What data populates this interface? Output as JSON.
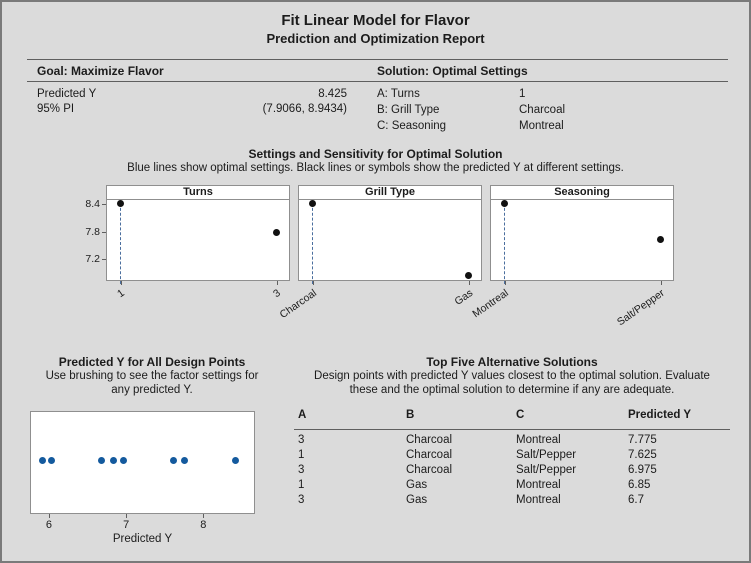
{
  "report": {
    "title": "Fit Linear Model for Flavor",
    "subtitle": "Prediction and Optimization Report"
  },
  "goal": {
    "header": "Goal: Maximize Flavor",
    "rows": [
      {
        "label": "Predicted Y",
        "value": "8.425"
      },
      {
        "label": "95% PI",
        "value": "(7.9066, 8.9434)"
      }
    ]
  },
  "solution": {
    "header": "Solution: Optimal Settings",
    "rows": [
      {
        "label": "A: Turns",
        "value": "1"
      },
      {
        "label": "B: Grill Type",
        "value": "Charcoal"
      },
      {
        "label": "C: Seasoning",
        "value": "Montreal"
      }
    ]
  },
  "sensitivity": {
    "title": "Settings and Sensitivity for Optimal Solution",
    "subtitle": "Blue lines show optimal settings. Black lines or symbols show the predicted Y at different settings."
  },
  "design_points": {
    "title": "Predicted Y for All Design Points",
    "subtitle_lines": [
      "Use brushing to see the factor settings for",
      "any predicted Y."
    ],
    "xlabel": "Predicted Y"
  },
  "alternatives": {
    "title": "Top Five Alternative Solutions",
    "subtitle_lines": [
      "Design points with predicted Y values closest to the optimal solution. Evaluate",
      "these and the optimal solution to determine if any are adequate."
    ],
    "columns": [
      "A",
      "B",
      "C",
      "Predicted Y"
    ],
    "rows": [
      [
        "3",
        "Charcoal",
        "Montreal",
        "7.775"
      ],
      [
        "1",
        "Charcoal",
        "Salt/Pepper",
        "7.625"
      ],
      [
        "3",
        "Charcoal",
        "Salt/Pepper",
        "6.975"
      ],
      [
        "1",
        "Gas",
        "Montreal",
        "6.85"
      ],
      [
        "3",
        "Gas",
        "Montreal",
        "6.7"
      ]
    ]
  },
  "chart_data": [
    {
      "type": "scatter",
      "name": "sensitivity-turns",
      "title": "Turns",
      "categories": [
        "1",
        "3"
      ],
      "values": [
        8.425,
        7.775
      ],
      "optimal_category": "1",
      "yticks": [
        8.4,
        7.8,
        7.2
      ],
      "ylim": [
        6.75,
        8.49
      ],
      "show_yaxis": true
    },
    {
      "type": "scatter",
      "name": "sensitivity-grill-type",
      "title": "Grill Type",
      "categories": [
        "Charcoal",
        "Gas"
      ],
      "values": [
        8.425,
        6.85
      ],
      "optimal_category": "Charcoal",
      "yticks": [
        8.4,
        7.8,
        7.2
      ],
      "ylim": [
        6.75,
        8.49
      ],
      "show_yaxis": false
    },
    {
      "type": "scatter",
      "name": "sensitivity-seasoning",
      "title": "Seasoning",
      "categories": [
        "Montreal",
        "Salt/Pepper"
      ],
      "values": [
        8.425,
        7.625
      ],
      "optimal_category": "Montreal",
      "yticks": [
        8.4,
        7.8,
        7.2
      ],
      "ylim": [
        6.75,
        8.49
      ],
      "show_yaxis": false
    },
    {
      "type": "scatter",
      "name": "all-design-points",
      "xlabel": "Predicted Y",
      "x": [
        5.925,
        6.05,
        6.7,
        6.85,
        6.975,
        7.625,
        7.775,
        8.425
      ],
      "xticks": [
        6,
        7,
        8
      ],
      "xlim": [
        5.78,
        8.67
      ]
    }
  ],
  "colors": {
    "background": "#dbdbdb",
    "frame": "#7a7a7a",
    "plot_border": "#8f8f8f",
    "rule": "#5f5f5f",
    "optimal_line": "#4a6e9e",
    "black_marker": "#111111",
    "blue_marker": "#145a9e",
    "text": "#1c1c1c"
  }
}
